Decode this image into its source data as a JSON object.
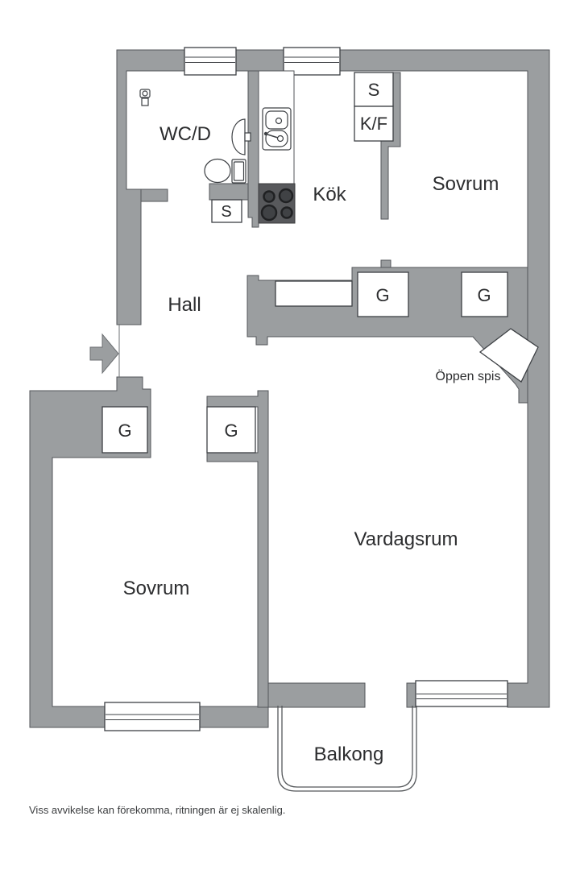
{
  "colors": {
    "wall_gray": "#9b9ea0",
    "wall_outline": "#53565a",
    "detail_outline": "#3d4044",
    "stove_body": "#58595c",
    "text": "#2c2d2f"
  },
  "labels": {
    "wcd": "WC/D",
    "kok": "Kök",
    "sovrum_top": "Sovrum",
    "hall": "Hall",
    "vardagsrum": "Vardagsrum",
    "sovrum_bottom": "Sovrum",
    "balkong": "Balkong",
    "oppen_spis": "Öppen spis",
    "wardrobe_1": "G",
    "wardrobe_2": "G",
    "wardrobe_3": "G",
    "wardrobe_4": "G",
    "cabinet_wc": "S",
    "cabinet_kitchen": "S",
    "fridge_freezer": "K/F"
  },
  "footer": {
    "disclaimer": "Viss avvikelse kan förekomma, ritningen är ej skalenlig."
  }
}
